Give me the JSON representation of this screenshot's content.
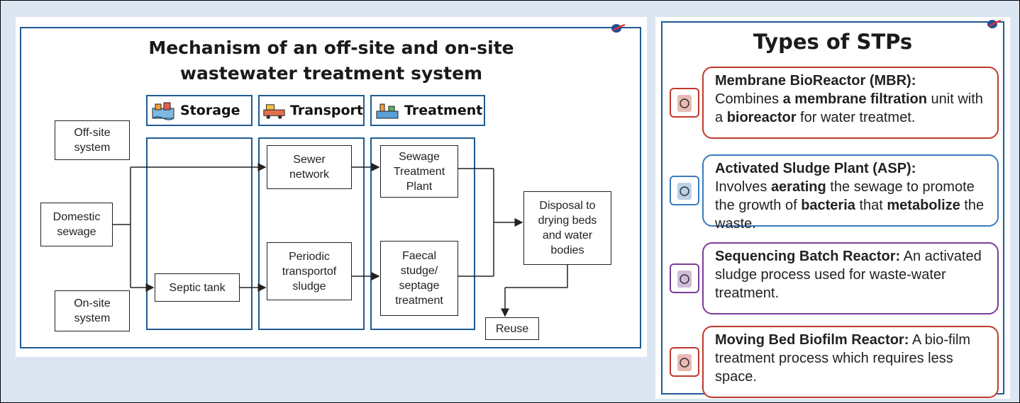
{
  "left": {
    "title_line1": "Mechanism of an off-site and on-site",
    "title_line2": "wastewater treatment system",
    "headers": [
      "Storage",
      "Transport",
      "Treatment"
    ],
    "sources": [
      "Off-site\nsystem",
      "Domestic\nsewage",
      "On-site\nsystem"
    ],
    "boxes": {
      "septic": "Septic tank",
      "sewer": "Sewer\nnetwork",
      "periodic": "Periodic\ntransportof\nsludge",
      "stp": "Sewage\nTreatment\nPlant",
      "faecal": "Faecal\nstudge/\nseptage\ntreatment",
      "disposal": "Disposal to\ndrying beds\nand water\nbodies",
      "reuse": "Reuse"
    }
  },
  "right": {
    "title": "Types of  STPs",
    "cards": [
      {
        "name": "Membrane BioReactor (MBR):",
        "text_parts": [
          [
            "Combines ",
            false
          ],
          [
            "a membrane filtration",
            true
          ],
          [
            " unit with a ",
            false
          ],
          [
            "bioreactor",
            true
          ],
          [
            " for water treatmet.",
            false
          ]
        ],
        "color": "#c0392b"
      },
      {
        "name": "Activated Sludge Plant (ASP):",
        "text_parts": [
          [
            "Involves ",
            false
          ],
          [
            "aerating",
            true
          ],
          [
            " the sewage to promote the growth of ",
            false
          ],
          [
            "bacteria",
            true
          ],
          [
            " that ",
            false
          ],
          [
            "metabolize",
            true
          ],
          [
            " the waste.",
            false
          ]
        ],
        "color": "#3a7bbd"
      },
      {
        "name": "Sequencing Batch Reactor:",
        "text_parts": [
          [
            " An activated sludge process used for waste-water treatment.",
            false
          ]
        ],
        "color": "#7d3c98"
      },
      {
        "name": "Moving Bed Biofilm Reactor:",
        "text_parts": [
          [
            " A bio-film treatment process which requires less space.",
            false
          ]
        ],
        "color": "#c0392b"
      }
    ]
  },
  "colors": {
    "border": "#1f5b94",
    "background": "#dce6f2"
  }
}
